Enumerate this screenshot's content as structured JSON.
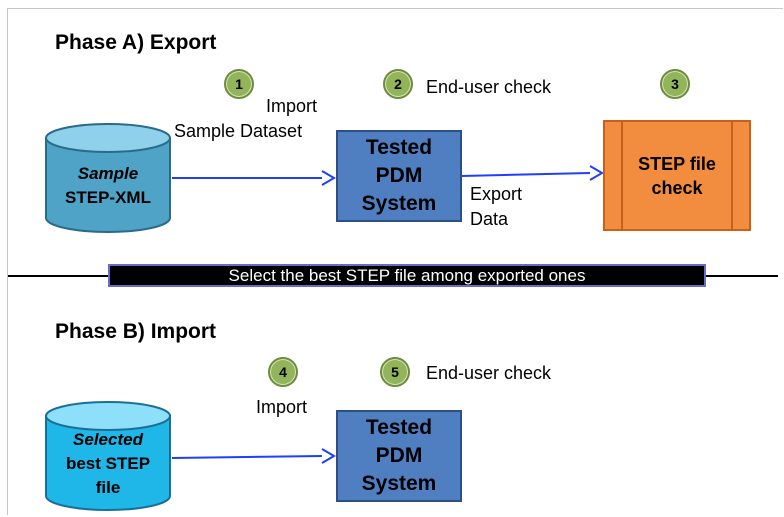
{
  "phase_a": {
    "title": "Phase A) Export",
    "badge1": "1",
    "badge2": "2",
    "badge3": "3",
    "end_user_check": "End-user check",
    "import_line1": "Import",
    "import_line2": "Sample Dataset",
    "source_line1": "Sample",
    "source_line2": "STEP-XML",
    "pdm_line1": "Tested",
    "pdm_line2": "PDM",
    "pdm_line3": "System",
    "export_line1": "Export",
    "export_line2": "Data",
    "check_line1": "STEP file",
    "check_line2": "check"
  },
  "separator": {
    "text": "Select the best STEP file among exported ones"
  },
  "phase_b": {
    "title": "Phase B) Import",
    "badge4": "4",
    "badge5": "5",
    "end_user_check": "End-user check",
    "import_label": "Import",
    "source_line1": "Selected",
    "source_line2": "best STEP",
    "source_line3": "file",
    "pdm_line1": "Tested",
    "pdm_line2": "PDM",
    "pdm_line3": "System"
  },
  "colors": {
    "cylinder_a": "#4fa3c7",
    "cylinder_b": "#1fb6e8",
    "pdm_box": "#4f7fc0",
    "step_check": "#f28d3f",
    "badge": "#92b45a",
    "arrow": "#1f3fff"
  }
}
